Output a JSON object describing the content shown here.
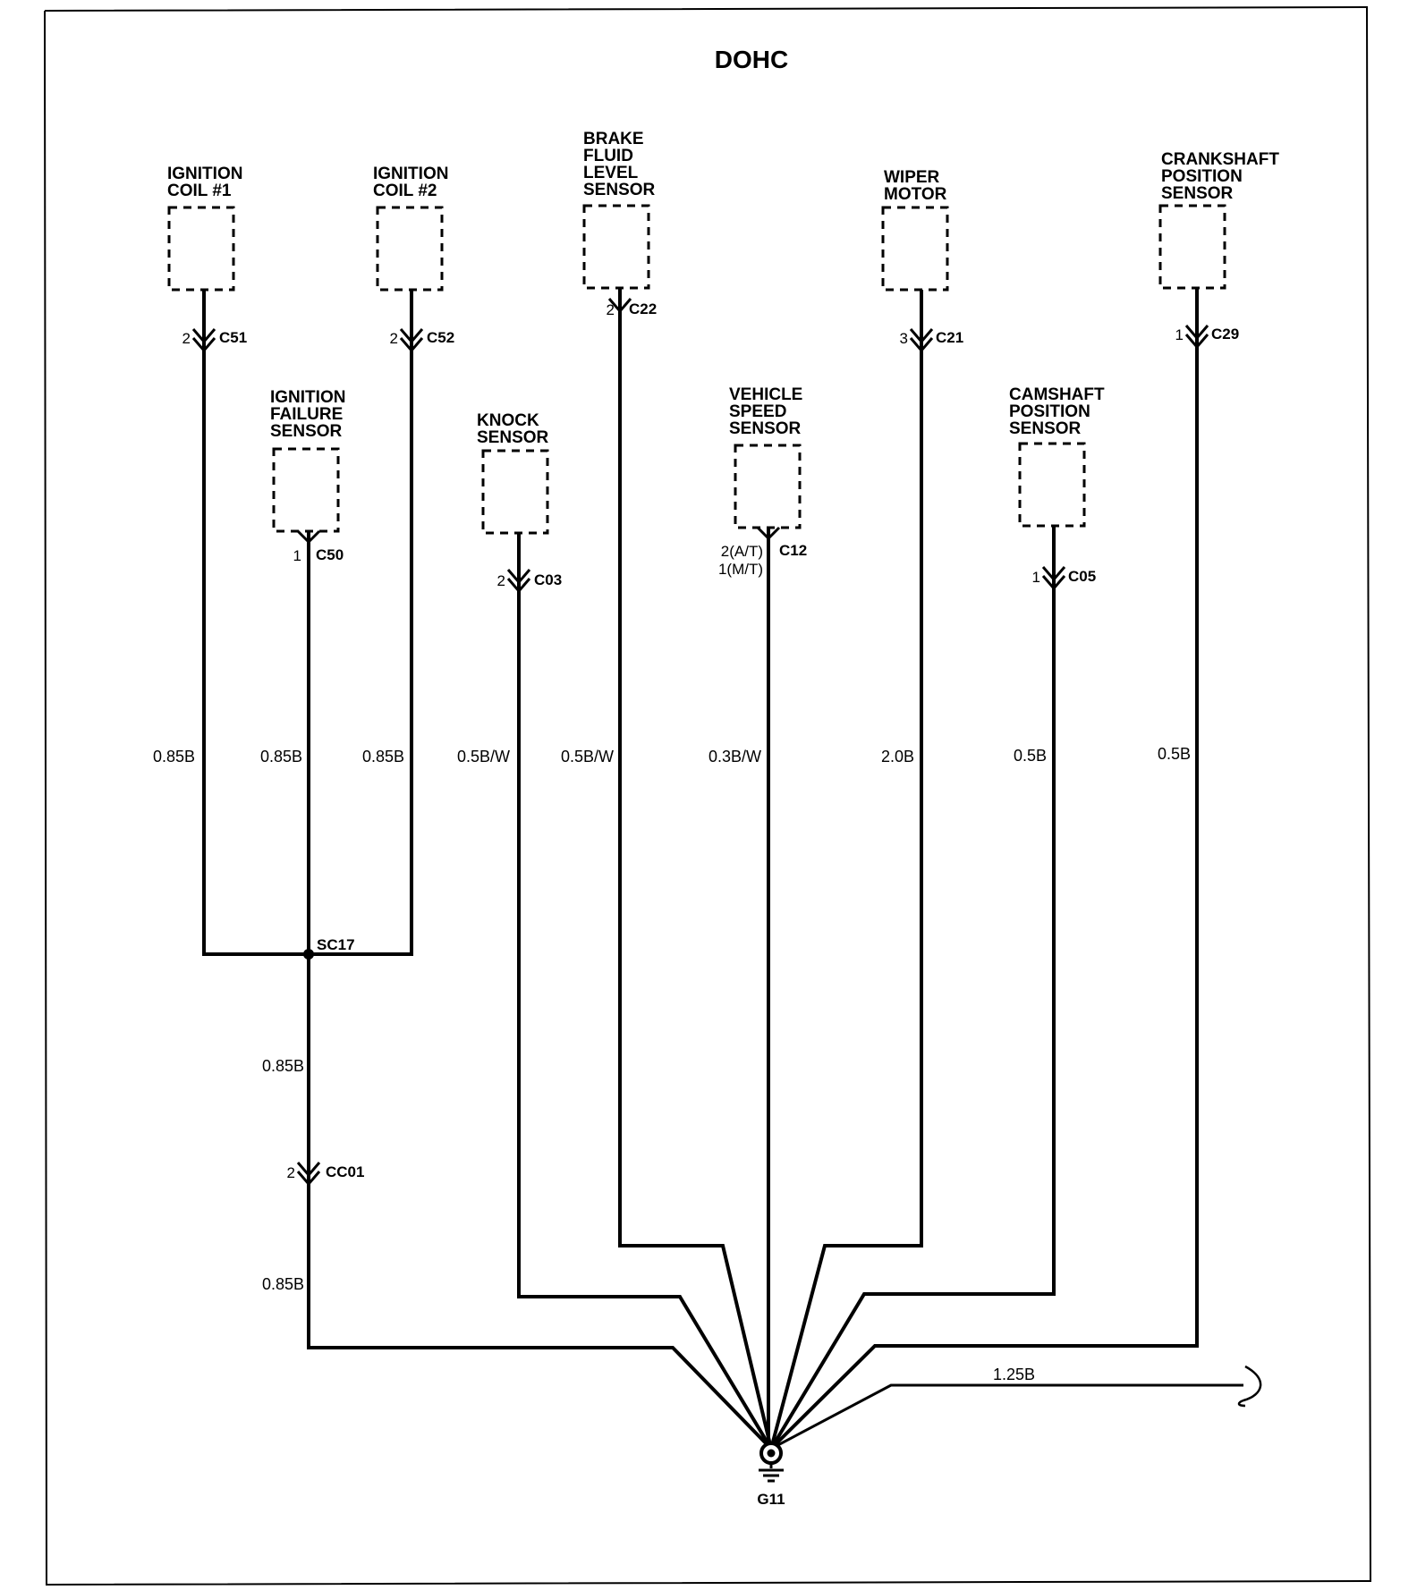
{
  "title": "DOHC",
  "components": {
    "ignition_coil_1": [
      "IGNITION",
      "COIL #1"
    ],
    "ignition_coil_2": [
      "IGNITION",
      "COIL #2"
    ],
    "brake_fluid_level_sensor": [
      "BRAKE",
      "FLUID",
      "LEVEL",
      "SENSOR"
    ],
    "wiper_motor": [
      "WIPER",
      "MOTOR"
    ],
    "crankshaft_position_sensor": [
      "CRANKSHAFT",
      "POSITION",
      "SENSOR"
    ],
    "ignition_failure_sensor": [
      "IGNITION",
      "FAILURE",
      "SENSOR"
    ],
    "knock_sensor": [
      "KNOCK",
      "SENSOR"
    ],
    "vehicle_speed_sensor": [
      "VEHICLE",
      "SPEED",
      "SENSOR"
    ],
    "camshaft_position_sensor": [
      "CAMSHAFT",
      "POSITION",
      "SENSOR"
    ]
  },
  "connectors": {
    "c51": {
      "pin": "2",
      "name": "C51"
    },
    "c52": {
      "pin": "2",
      "name": "C52"
    },
    "c22": {
      "pin": "2",
      "name": "C22"
    },
    "c21": {
      "pin": "3",
      "name": "C21"
    },
    "c29": {
      "pin": "1",
      "name": "C29"
    },
    "c50": {
      "pin": "1",
      "name": "C50"
    },
    "c03": {
      "pin": "2",
      "name": "C03"
    },
    "c12": {
      "pin_at": "2(A/T)",
      "pin_mt": "1(M/T)",
      "name": "C12"
    },
    "c05": {
      "pin": "1",
      "name": "C05"
    },
    "cc01": {
      "pin": "2",
      "name": "CC01"
    }
  },
  "splice": "SC17",
  "ground": "G11",
  "wires": {
    "coil1": "0.85B",
    "failure": "0.85B",
    "coil2": "0.85B",
    "knock": "0.5B/W",
    "brake": "0.5B/W",
    "speed": "0.3B/W",
    "wiper": "2.0B",
    "camshaft": "0.5B",
    "crankshaft": "0.5B",
    "splice_out": "0.85B",
    "cc01_out": "0.85B",
    "extra": "1.25B"
  }
}
